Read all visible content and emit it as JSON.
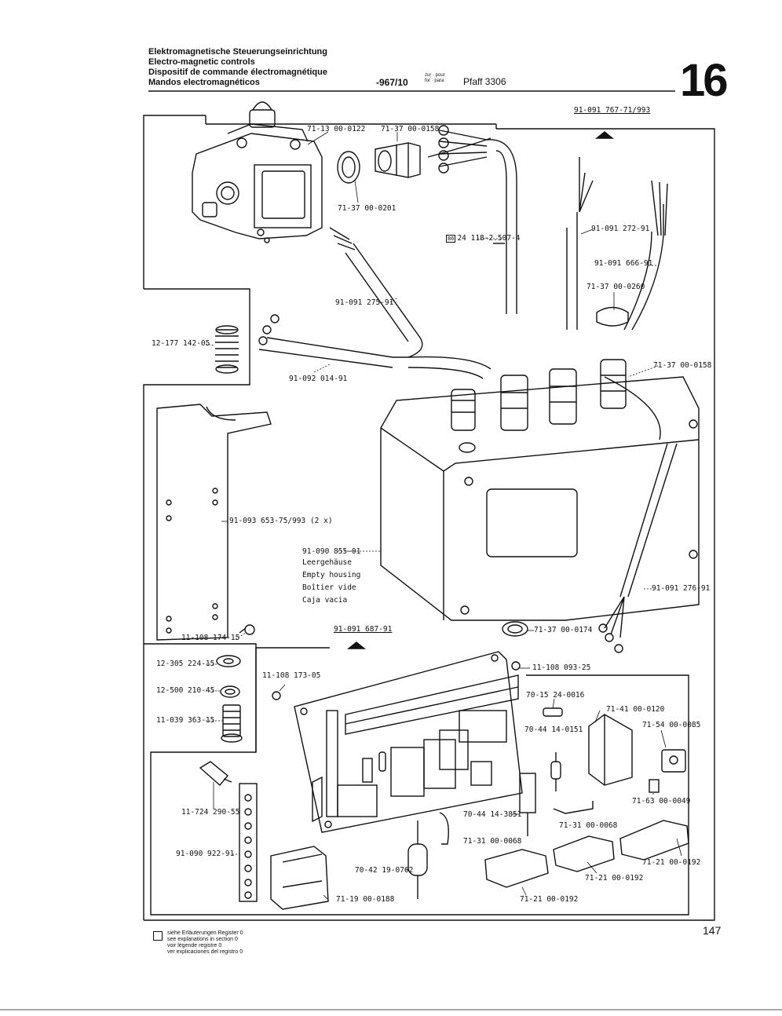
{
  "header": {
    "title_de": "Elektromagnetische Steuerungseinrichtung",
    "title_en": "Electro-magnetic controls",
    "title_fr": "Dispositif de commande électromagnétique",
    "title_es": "Mandos electromagnéticos",
    "code": "-967/10",
    "for_label_1": "zur · pour",
    "for_label_2": "for · para",
    "machine": "Pfaff 3306",
    "section_number": "16"
  },
  "parts": {
    "ref_top": "91-091 767-71/993",
    "p_71_13_00_0122": "71-13 00-0122",
    "p_71_37_00_0158_a": "71-37 00-0158",
    "p_71_37_00_0201": "71-37 00-0201",
    "p_24_118": "24 118-2.507-4",
    "p_91_091_272_91": "91-091 272-91",
    "p_91_091_666_91": "91-091 666-91",
    "p_71_37_00_0260": "71-37 00-0260",
    "p_91_091_275_91": "91-091 275-91",
    "p_12_177_142_05": "12-177 142-05",
    "p_91_092_014_91": "91-092 014-91",
    "p_71_37_00_0158_b": "71-37 00-0158",
    "p_91_093_653": "91-093 653-75/993 (2 x)",
    "p_91_090_855_01": "91-090 855-01",
    "housing_de": "Leergehäuse",
    "housing_en": "Empty housing",
    "housing_fr": "Boîtier vide",
    "housing_es": "Caja vacia",
    "p_91_091_276_91": "91-091 276-91",
    "p_11_108_174_15": "11-108 174-15",
    "ref_board": "91-091 687-91",
    "p_71_37_00_0174": "71-37 00-0174",
    "p_12_305_224_15": "12-305 224-15",
    "p_11_108_093_25": "11-108 093-25",
    "p_12_500_210_45": "12-500 210-45",
    "p_11_108_173_05": "11-108 173-05",
    "p_70_15_24_0016": "70-15 24-0016",
    "p_11_039_363_15": "11-039 363-15",
    "p_71_41_00_0120": "71-41 00-0120",
    "p_70_44_14_0151": "70-44 14-0151",
    "p_71_54_00_0085": "71-54 00-0085",
    "p_71_63_00_0049": "71-63 00-0049",
    "p_11_724_290_55": "11-724 290-55",
    "p_70_44_14_3851": "70-44 14-3851",
    "p_71_31_00_0068_a": "71-31 00-0068",
    "p_71_31_00_0068_b": "71-31 00-0068",
    "p_91_090_922_91": "91-090 922-91",
    "p_70_42_19_0762": "70-42 19-0762",
    "p_71_21_00_0192_a": "71-21 00-0192",
    "p_71_21_00_0192_b": "71-21 00-0192",
    "p_71_21_00_0192_c": "71-21 00-0192",
    "p_71_19_00_0188": "71-19 00-0188"
  },
  "footer": {
    "note_de": "siehe Erläuterungen Register 0",
    "note_en": "see explanations in section 0",
    "note_fr": "voir légende registre 0",
    "note_es": "ver explicaciones del registro 0",
    "page_number": "147"
  }
}
